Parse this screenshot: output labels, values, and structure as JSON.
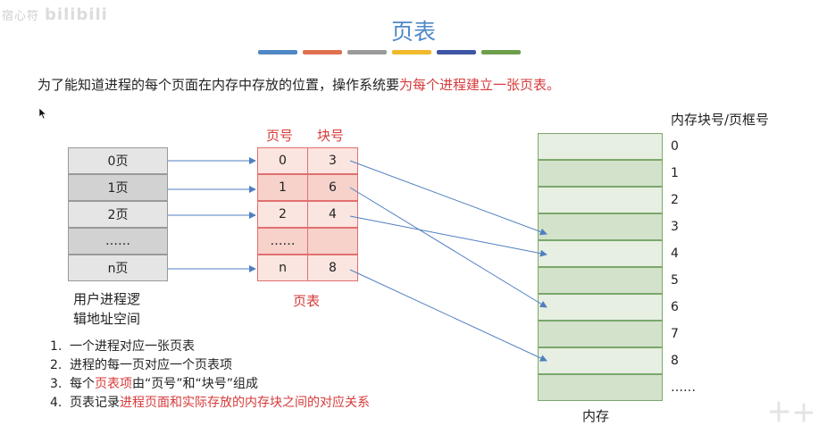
{
  "watermark": {
    "text": "宿心符",
    "brand": "bilibili"
  },
  "title": "页表",
  "colors": {
    "bar": [
      "#4f88c6",
      "#e0714f",
      "#9a9a9a",
      "#f0b92a",
      "#3e55a6",
      "#6e9e4b"
    ]
  },
  "intro": {
    "prefix": "为了能知道进程的每个页面在内存中存放的位置，操作系统要",
    "highlight": "为每个进程建立一张页表。"
  },
  "logical": {
    "rows": [
      "0页",
      "1页",
      "2页",
      "……",
      "n页"
    ],
    "label": [
      "用户进程逻",
      "辑地址空间"
    ]
  },
  "page_table": {
    "headers": {
      "page": "页号",
      "block": "块号"
    },
    "rows": [
      {
        "page": "0",
        "block": "3"
      },
      {
        "page": "1",
        "block": "6"
      },
      {
        "page": "2",
        "block": "4"
      },
      {
        "page": "……",
        "block": ""
      },
      {
        "page": "n",
        "block": "8"
      }
    ],
    "label": "页表"
  },
  "memory": {
    "header": "内存块号/页框号",
    "numbers": [
      "0",
      "1",
      "2",
      "3",
      "4",
      "5",
      "6",
      "7",
      "8",
      "……"
    ],
    "label": "内存"
  },
  "notes": [
    {
      "num": "1.",
      "parts": [
        {
          "text": "一个进程对应一张页表",
          "hl": false
        }
      ]
    },
    {
      "num": "2.",
      "parts": [
        {
          "text": "进程的每一页对应一个页表项",
          "hl": false
        }
      ]
    },
    {
      "num": "3.",
      "parts": [
        {
          "text": "每个",
          "hl": false
        },
        {
          "text": "页表项",
          "hl": true
        },
        {
          "text": "由“页号”和“块号”组成",
          "hl": false
        }
      ]
    },
    {
      "num": "4.",
      "parts": [
        {
          "text": "页表记录",
          "hl": false
        },
        {
          "text": "进程页面和实际存放的内存块之间的对应关系",
          "hl": true
        }
      ]
    }
  ]
}
